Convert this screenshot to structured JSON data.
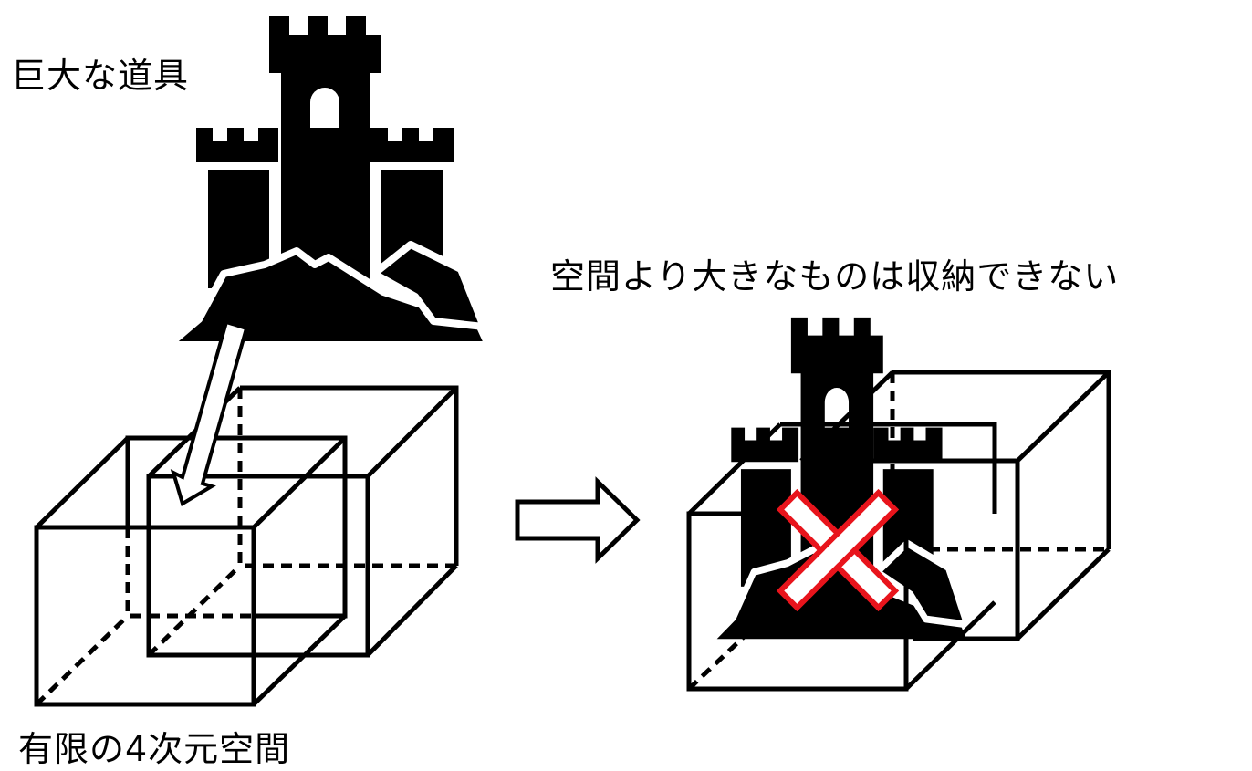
{
  "labels": {
    "giant_tool": "巨大な道具",
    "cannot_store": "空間より大きなものは収納できない",
    "finite_4d_space": "有限の4次元空間"
  },
  "colors": {
    "ink": "#000000",
    "cross": "#e8141c",
    "background": "#ffffff"
  },
  "icons": [
    "castle-icon",
    "tesseract-icon",
    "down-arrow-icon",
    "right-arrow-icon",
    "cross-icon"
  ]
}
